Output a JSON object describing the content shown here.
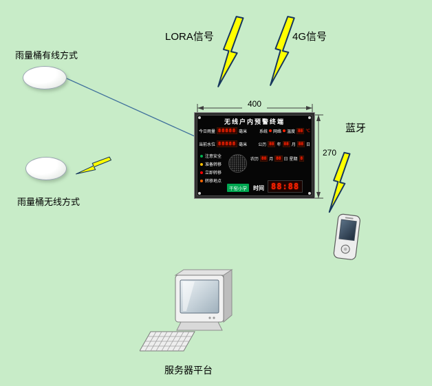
{
  "labels": {
    "lora": "LORA信号",
    "g4": "4G信号",
    "bluetooth": "蓝牙",
    "rain_wired": "雨量桶有线方式",
    "rain_wireless": "雨量桶无线方式",
    "server": "服务器平台"
  },
  "dimensions": {
    "panel_width": "400",
    "panel_height": "270"
  },
  "panel": {
    "title": "无线户内预警终端",
    "row1": {
      "rain_label": "今日雨量",
      "rain_value": "88888",
      "rain_unit": "毫米",
      "system_label": "系统",
      "network_label": "网络",
      "temp_label": "温度",
      "temp_value": "88",
      "temp_unit": "℃"
    },
    "row2": {
      "water_label": "当前水位",
      "water_value": "88888",
      "water_unit": "毫米",
      "solar_label": "公历",
      "year_value": "88",
      "year_unit": "年",
      "month_value": "88",
      "month_unit": "月",
      "day_value": "88",
      "day_unit": "日"
    },
    "lunar": {
      "lunar_label": "农历",
      "month_value": "88",
      "month_unit": "月",
      "day_value": "88",
      "day_unit": "日",
      "week_label": "星期",
      "week_value": "8"
    },
    "warnings": [
      {
        "label": "注意安全",
        "color": "#00b050"
      },
      {
        "label": "准备转移",
        "color": "#ffc000"
      },
      {
        "label": "立即转移",
        "color": "#ff0000"
      },
      {
        "label": "转移地点",
        "color": "#ff6600"
      }
    ],
    "school": "干窑小学",
    "time_label": "时间",
    "time_value": "88:88"
  },
  "colors": {
    "background": "#c8ecc8",
    "bolt_fill": "#ffff00",
    "bolt_stroke": "#17375e",
    "digit_red": "#ff2000",
    "status_dot": "#ff2000",
    "school_green": "#00a651",
    "connector": "#41719c"
  }
}
